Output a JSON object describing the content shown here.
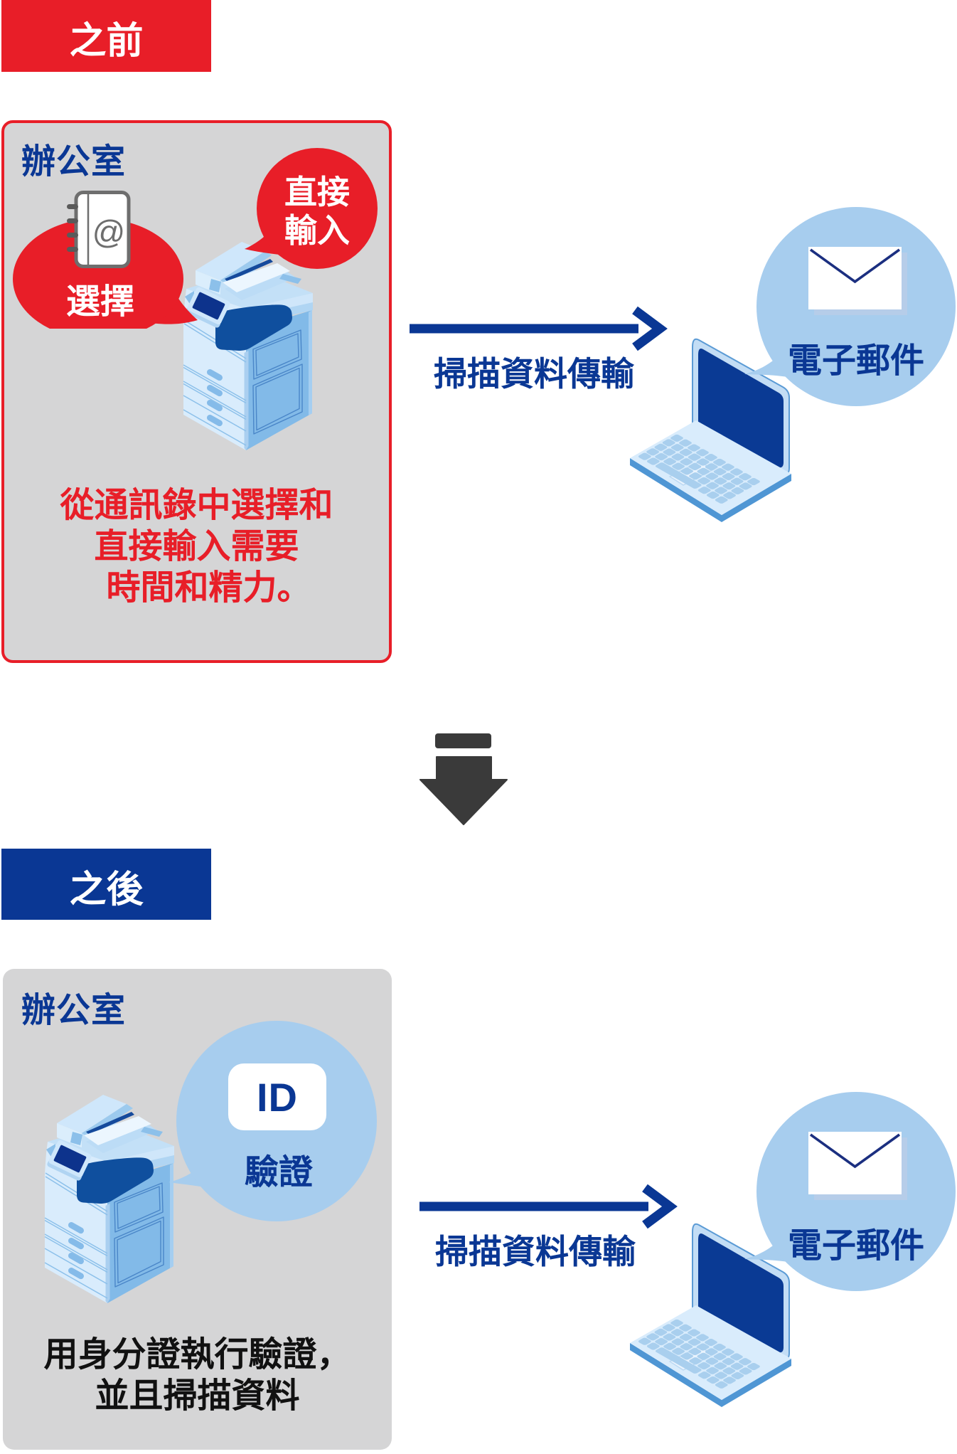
{
  "colors": {
    "red": "#e81e28",
    "blue": "#0a3794",
    "panel_gray": "#d5d5d6",
    "bubble_light_blue": "#a7cdee",
    "dark_arrow_gray": "#3a3a3a",
    "white": "#ffffff"
  },
  "before_section": {
    "banner_label": "之前",
    "office_label": "辦公室",
    "select_bubble_label": "選擇",
    "direct_input_bubble": {
      "lines": [
        "直接",
        "輸入"
      ]
    },
    "caption": {
      "lines": [
        "從通訊錄中選擇和",
        "直接輸入需要",
        "時間和精力。"
      ]
    },
    "arrow_label": "掃描資料傳輸",
    "email_bubble_label": "電子郵件"
  },
  "after_section": {
    "banner_label": "之後",
    "office_label": "辦公室",
    "id_bubble": {
      "id_label": "ID",
      "verify_label": "驗證"
    },
    "caption": {
      "lines": [
        "用身分證執行驗證，",
        "並且掃描資料"
      ]
    },
    "arrow_label": "掃描資料傳輸",
    "email_bubble_label": "電子郵件"
  },
  "icons": {
    "address_book_at_symbol": "@",
    "printer": "multifunction-printer",
    "laptop": "laptop",
    "envelope": "envelope",
    "down_arrow": "down-arrow",
    "right_arrow": "right-arrow"
  }
}
